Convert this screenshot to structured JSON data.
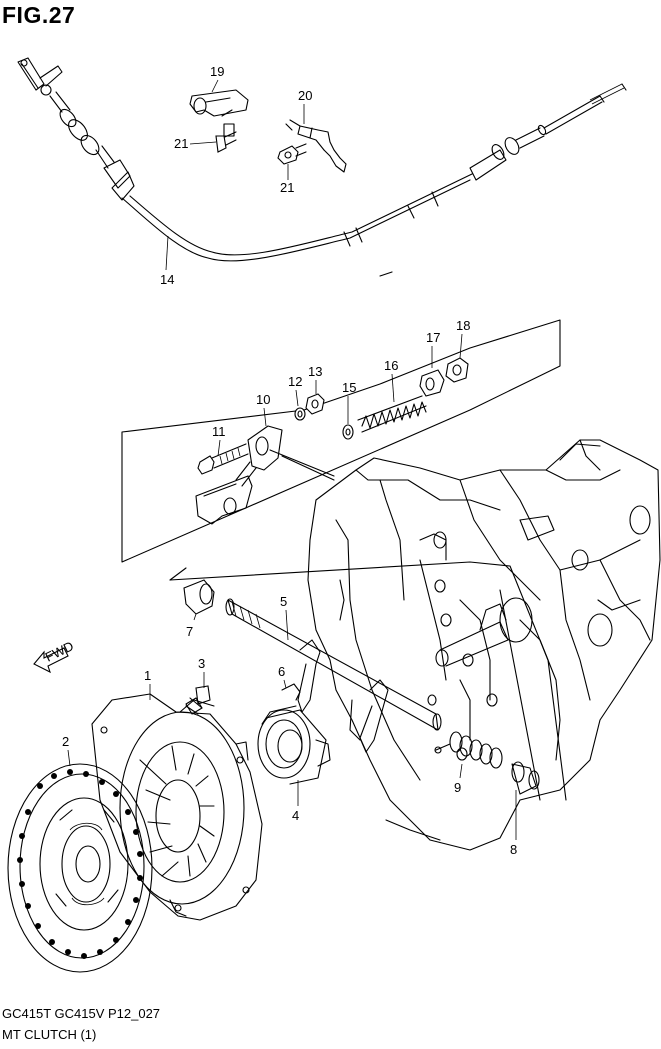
{
  "figure": {
    "title": "FIG.27",
    "footer_code": "GC415T GC415V P12_027",
    "footer_name": "MT CLUTCH (1)"
  },
  "callouts": [
    "1",
    "2",
    "3",
    "4",
    "5",
    "6",
    "7",
    "8",
    "9",
    "10",
    "11",
    "12",
    "13",
    "14",
    "15",
    "16",
    "17",
    "18",
    "19",
    "20",
    "21",
    "21"
  ],
  "fwd_label": "FWD"
}
